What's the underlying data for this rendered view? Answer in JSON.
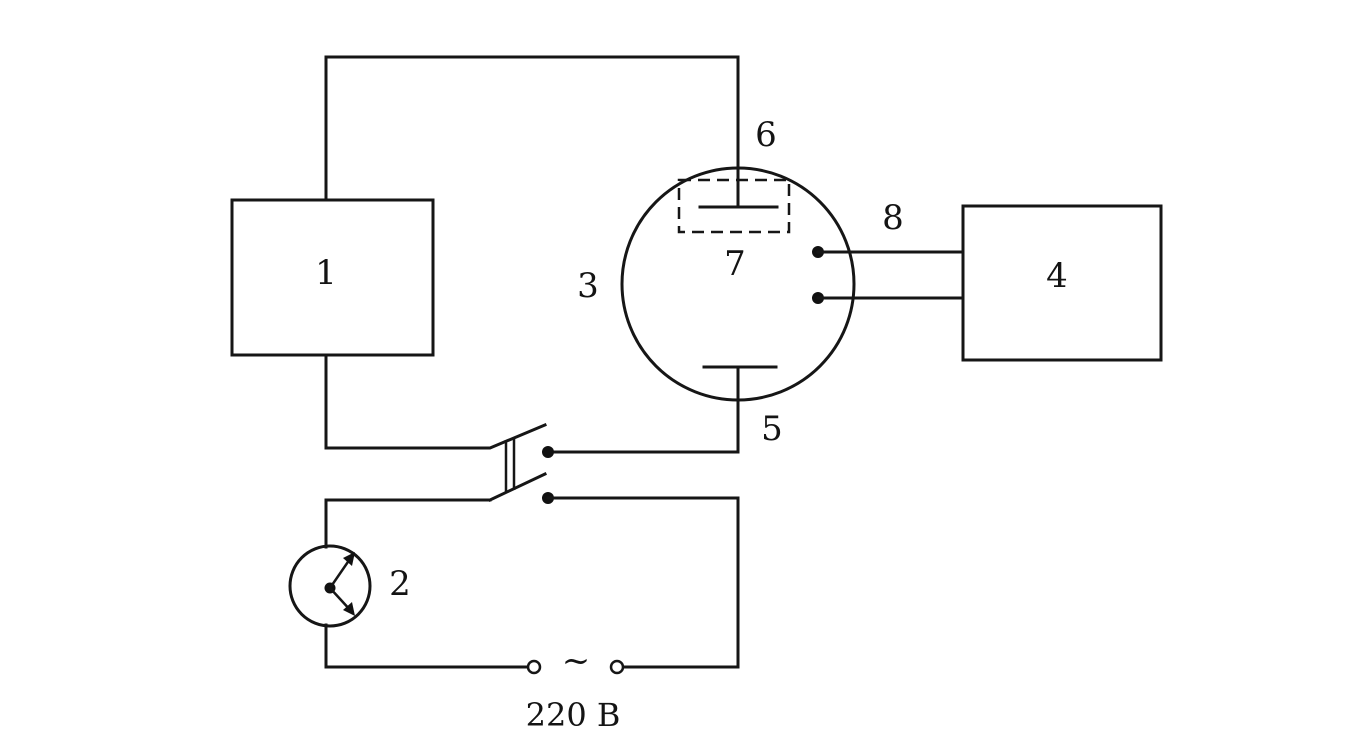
{
  "labels": {
    "block_1": "1",
    "meter_2": "2",
    "chamber_3": "3",
    "block_4": "4",
    "electrode_5": "5",
    "electrode_6": "6",
    "element_7": "7",
    "leads_8": "8",
    "ac_symbol": "~",
    "voltage": "220 В"
  }
}
